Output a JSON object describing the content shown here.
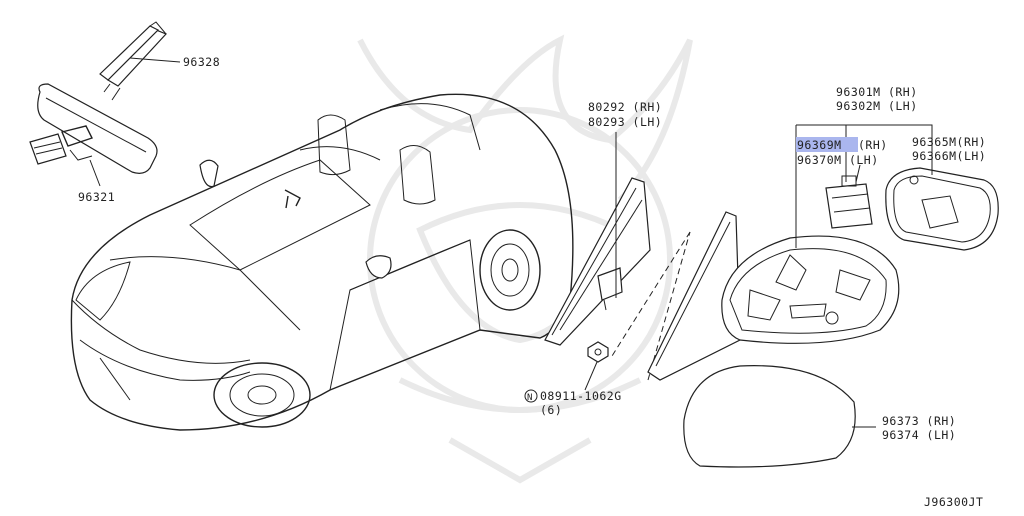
{
  "diagram_id": "J96300JT",
  "parts": {
    "p96328": "96328",
    "p96321": "96321",
    "p80292": "80292 (RH)",
    "p80293": "80293 (LH)",
    "p96301": "96301M (RH)",
    "p96302": "96302M (LH)",
    "p96369": "96369M",
    "p96369_side": "(RH)",
    "p96370": "96370M (LH)",
    "p96365": "96365M(RH)",
    "p96366": "96366M(LH)",
    "p08911": "08911-1062G",
    "p08911_marker": "N",
    "p08911_qty": "(6)",
    "p96373": "96373 (RH)",
    "p96374": "96374 (LH)"
  },
  "colors": {
    "highlight": "#aab6ee",
    "line": "#222222",
    "watermark": "#e9e9e9"
  }
}
